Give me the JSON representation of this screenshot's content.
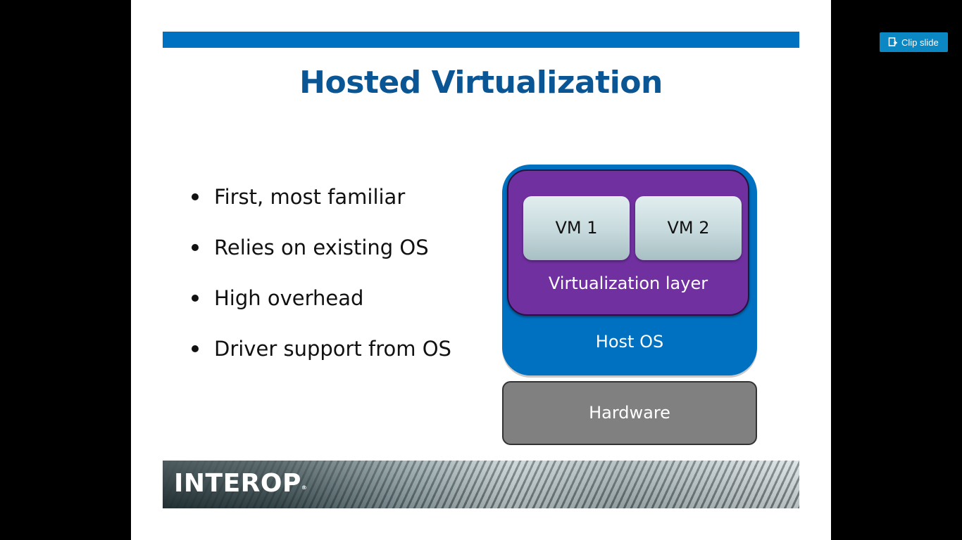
{
  "viewer": {
    "clip_button_label": "Clip slide"
  },
  "slide": {
    "title": "Hosted Virtualization",
    "bullets": [
      "First, most familiar",
      "Relies on existing OS",
      "High overhead",
      "Driver support from OS"
    ],
    "diagram": {
      "vm1": "VM 1",
      "vm2": "VM 2",
      "virtualization_layer": "Virtualization layer",
      "host_os": "Host OS",
      "hardware": "Hardware"
    },
    "footer": {
      "logo_text": "INTEROP",
      "logo_mark": "®"
    },
    "colors": {
      "accent_blue": "#0070c0",
      "title_blue": "#0a5694",
      "virtualization_purple": "#7030a0",
      "hardware_gray": "#808080",
      "clip_button_blue": "#0b87c4"
    }
  }
}
